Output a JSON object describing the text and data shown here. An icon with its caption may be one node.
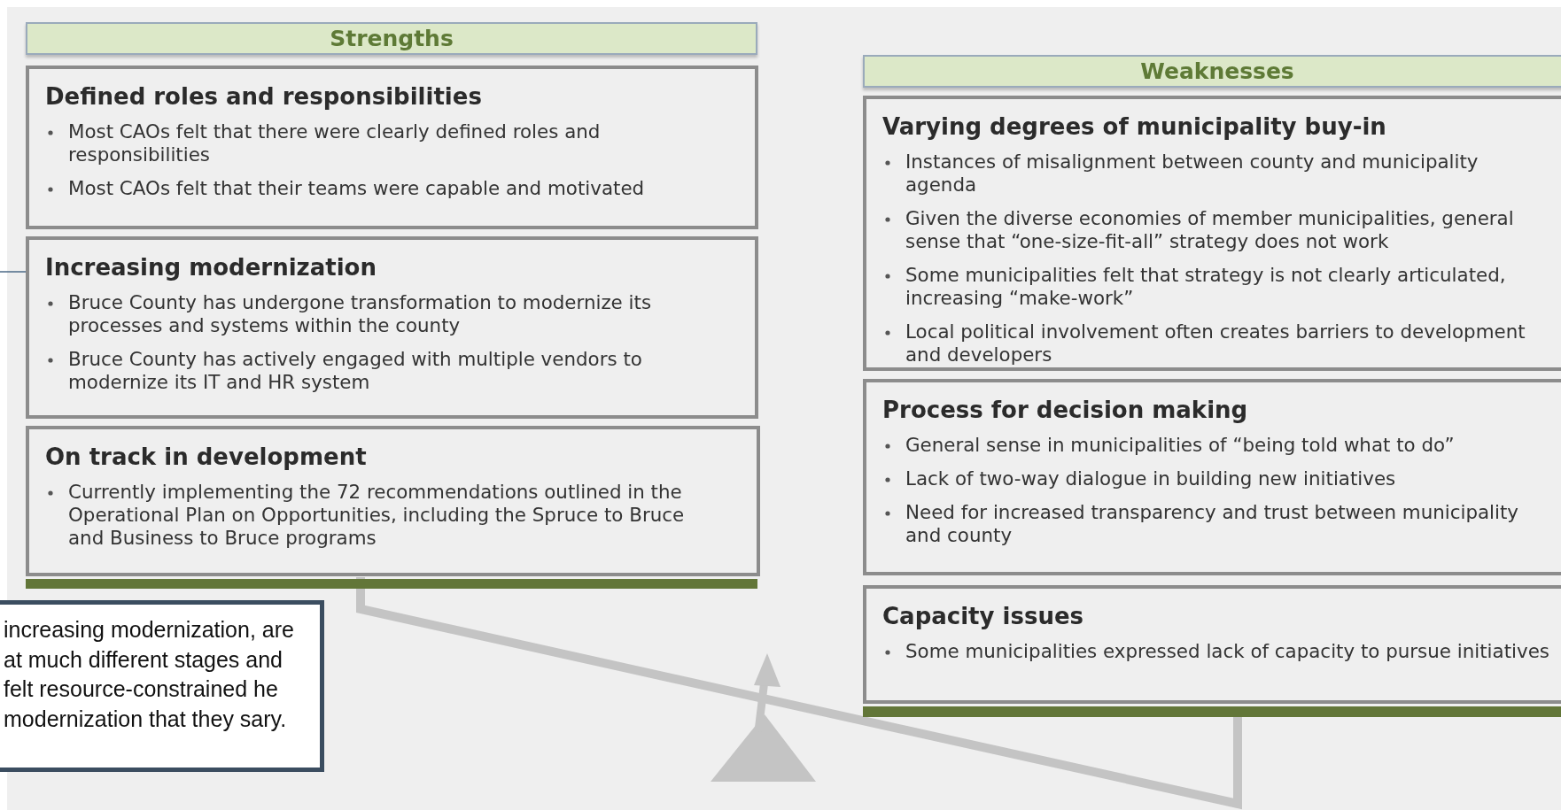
{
  "diagram": {
    "nodes": [
      {
        "text": [
          "Strengths"
        ]
      },
      {
        "text": [
          "Defined roles and responsibilities",
          "Most CAOs felt that there were clearly defined roles and responsibilities",
          "Most CAOs felt that their teams were capable and motivated"
        ]
      },
      {
        "text": [
          "Increasing modernization",
          "Bruce County has undergone transformation to modernize its processes and systems within the county",
          "Bruce County has actively engaged with multiple vendors to modernize its IT and HR system"
        ]
      },
      {
        "text": [
          "On track in development",
          "Currently implementing the 72 recommendations outlined in the Operational Plan on Opportunities, including the Spruce to Bruce and Business to Bruce programs"
        ]
      },
      {
        "text": [
          "Weaknesses"
        ]
      },
      {
        "text": [
          "Varying degrees of municipality buy-in",
          "Instances of misalignment between county and municipality agenda",
          "Given the diverse economies of member municipalities, general sense that “one-size-fit-all” strategy does not work",
          "Some municipalities felt that strategy is not clearly articulated, increasing “make-work”",
          "Local political involvement often creates barriers to development and developers"
        ]
      },
      {
        "text": [
          "Process for decision making",
          "General sense in municipalities of “being told what to do”",
          "Lack of two-way dialogue in building new initiatives",
          "Need for increased transparency and trust between municipality and county"
        ]
      },
      {
        "text": [
          "Capacity issues",
          "Some municipalities expressed lack of capacity to pursue initiatives"
        ]
      },
      {
        "text": [
          "increasing modernization, are at much different stages and felt resource-constrained he modernization that they sary."
        ]
      }
    ],
    "edges": [
      {
        "from": null,
        "to": 2,
        "arrow": "none"
      }
    ]
  }
}
